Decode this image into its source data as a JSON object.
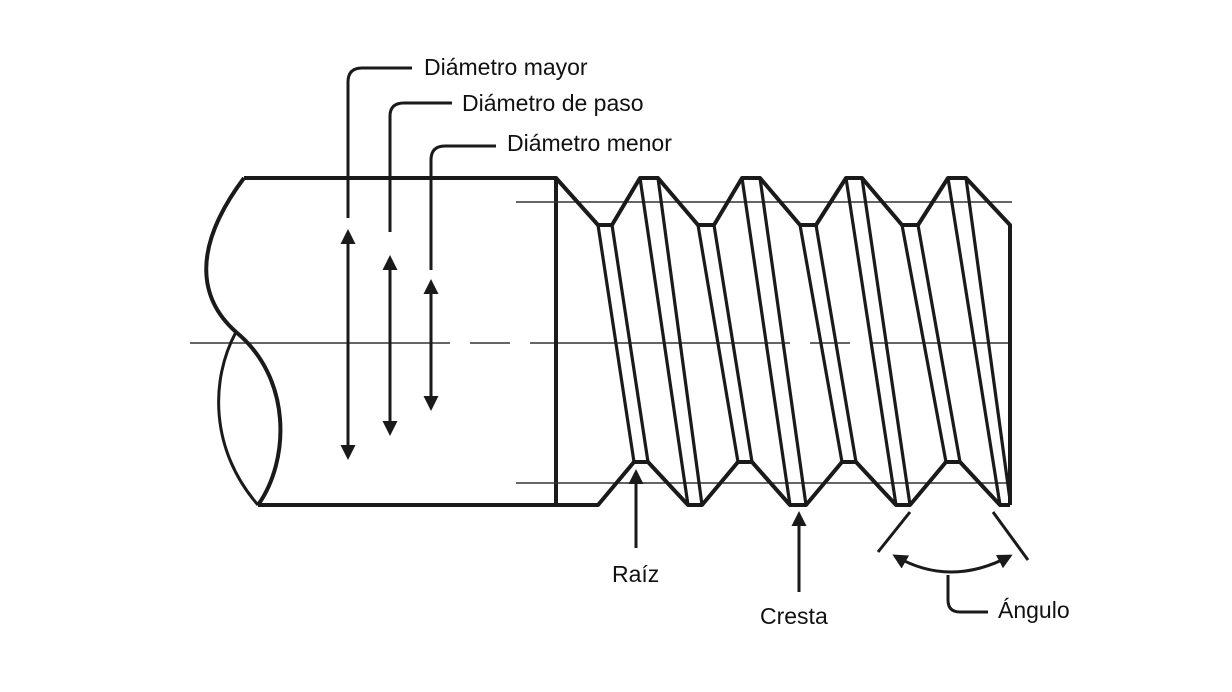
{
  "labels": {
    "major_diameter": "Diámetro mayor",
    "pitch_diameter": "Diámetro de paso",
    "minor_diameter": "Diámetro menor",
    "root": "Raíz",
    "crest": "Cresta",
    "angle": "Ángulo"
  },
  "colors": {
    "ink": "#1a1a1a",
    "background": "#ffffff"
  }
}
